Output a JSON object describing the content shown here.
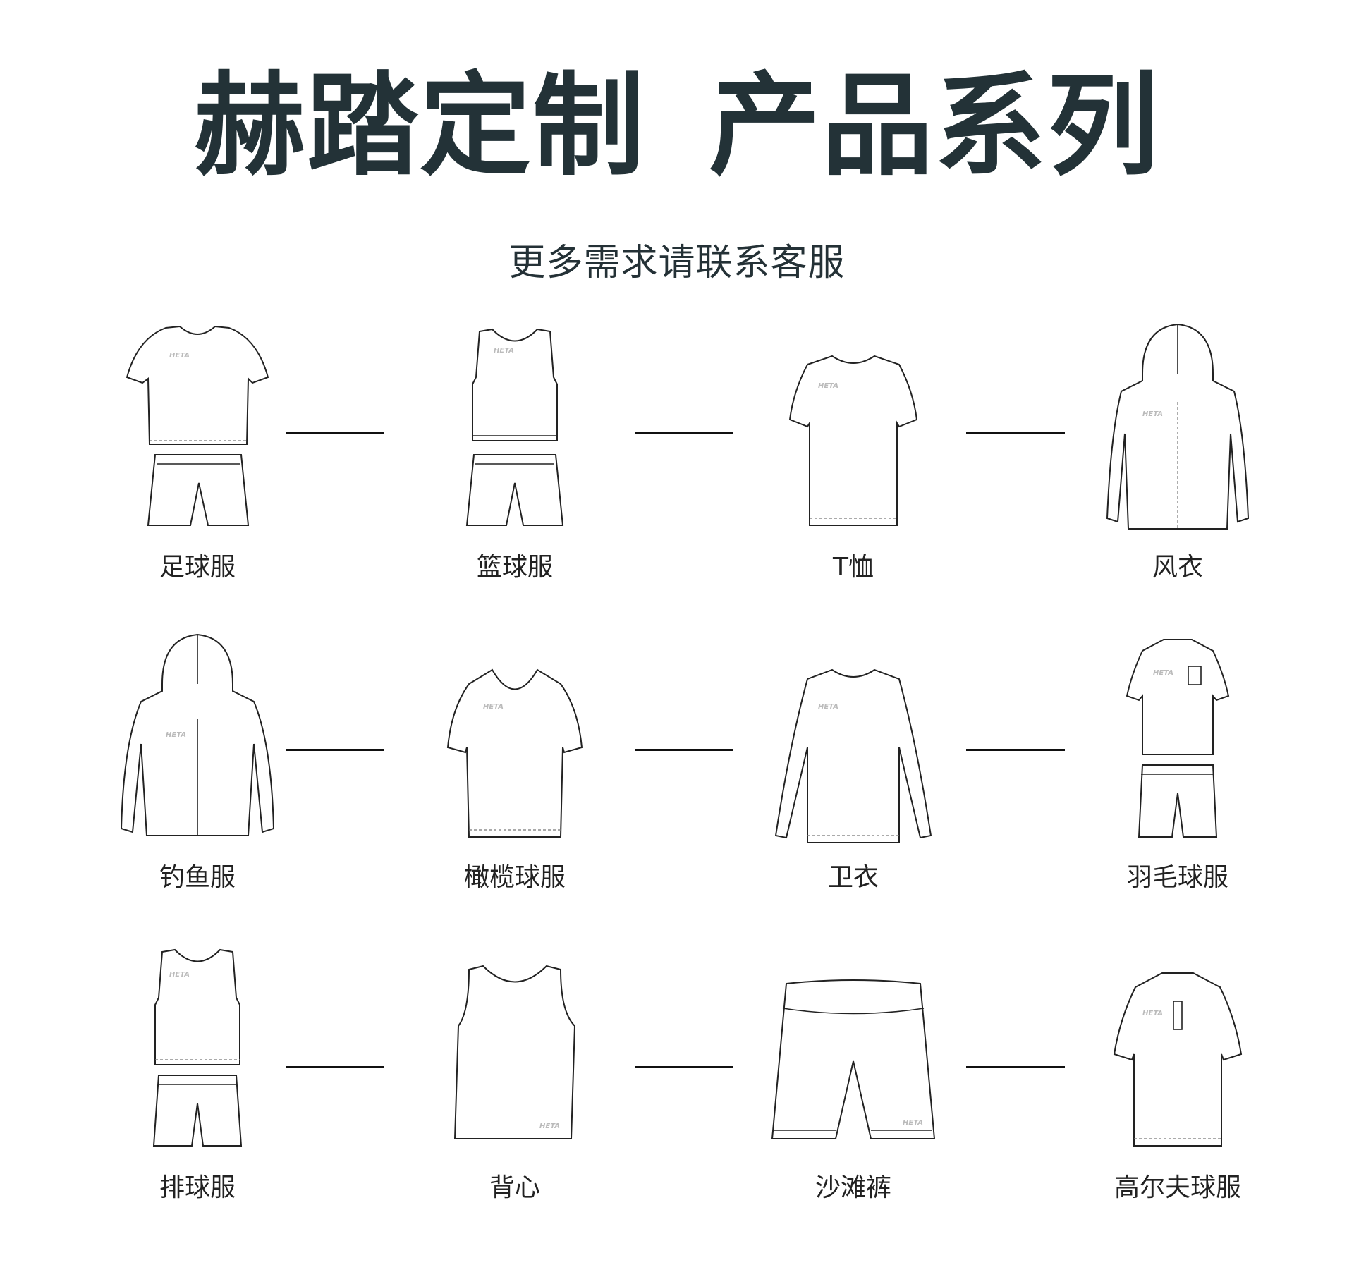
{
  "header": {
    "title_left": "赫踏定制",
    "title_right": "产品系列",
    "subtitle": "更多需求请联系客服"
  },
  "brand_logo": "HETA",
  "colors": {
    "title": "#233237",
    "line": "#111111",
    "background": "#ffffff"
  },
  "products": [
    {
      "label": "足球服",
      "icon": "soccer-kit-icon"
    },
    {
      "label": "篮球服",
      "icon": "basketball-kit-icon"
    },
    {
      "label": "T恤",
      "icon": "tshirt-icon"
    },
    {
      "label": "风衣",
      "icon": "hooded-jacket-icon"
    },
    {
      "label": "钓鱼服",
      "icon": "fishing-hoodie-icon"
    },
    {
      "label": "橄榄球服",
      "icon": "rugby-jersey-icon"
    },
    {
      "label": "卫衣",
      "icon": "longsleeve-sweatshirt-icon"
    },
    {
      "label": "羽毛球服",
      "icon": "badminton-kit-icon"
    },
    {
      "label": "排球服",
      "icon": "volleyball-kit-icon"
    },
    {
      "label": "背心",
      "icon": "tank-top-icon"
    },
    {
      "label": "沙滩裤",
      "icon": "beach-shorts-icon"
    },
    {
      "label": "高尔夫球服",
      "icon": "golf-polo-icon"
    }
  ]
}
